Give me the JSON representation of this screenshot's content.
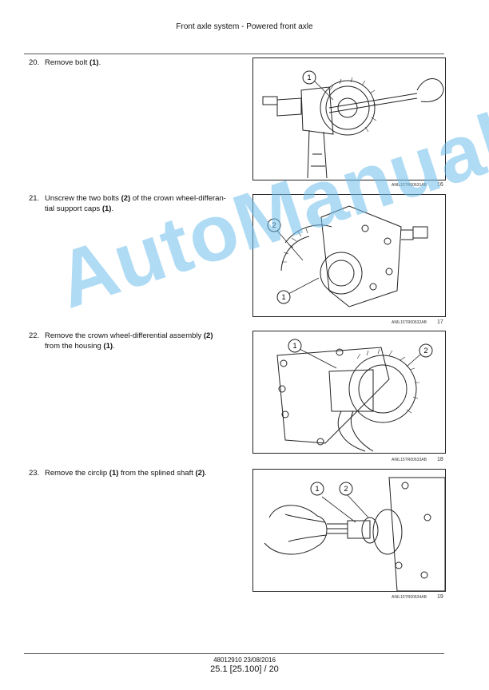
{
  "header": {
    "title": "Front axle system - Powered front axle"
  },
  "steps": [
    {
      "number": "20.",
      "text": [
        "Remove bolt ",
        "(1)",
        "."
      ],
      "caption": "ANIL15TR00631AB",
      "figure_number": "16",
      "callouts": [
        "1"
      ]
    },
    {
      "number": "21.",
      "text": [
        "Unscrew the two bolts ",
        "(2)",
        " of the crown wheel-differan-",
        "tial support caps ",
        "(1)",
        "."
      ],
      "caption": "ANIL15TR00632AB",
      "figure_number": "17",
      "callouts": [
        "2",
        "1"
      ]
    },
    {
      "number": "22.",
      "text": [
        "Remove the crown wheel-differential assembly ",
        "(2)",
        " from the housing ",
        "(1)",
        "."
      ],
      "caption": "ANIL15TR00633AB",
      "figure_number": "18",
      "callouts": [
        "1",
        "2"
      ]
    },
    {
      "number": "23.",
      "text": [
        "Remove the circlip ",
        "(1)",
        " from the splined shaft ",
        "(2)",
        "."
      ],
      "caption": "ANIL15TR00634AB",
      "figure_number": "19",
      "callouts": [
        "1",
        "2"
      ]
    }
  ],
  "watermark": "AutoManual",
  "footer": {
    "doc_ref": "48012910 23/08/2016",
    "page_ref": "25.1 [25.100] / 20"
  }
}
